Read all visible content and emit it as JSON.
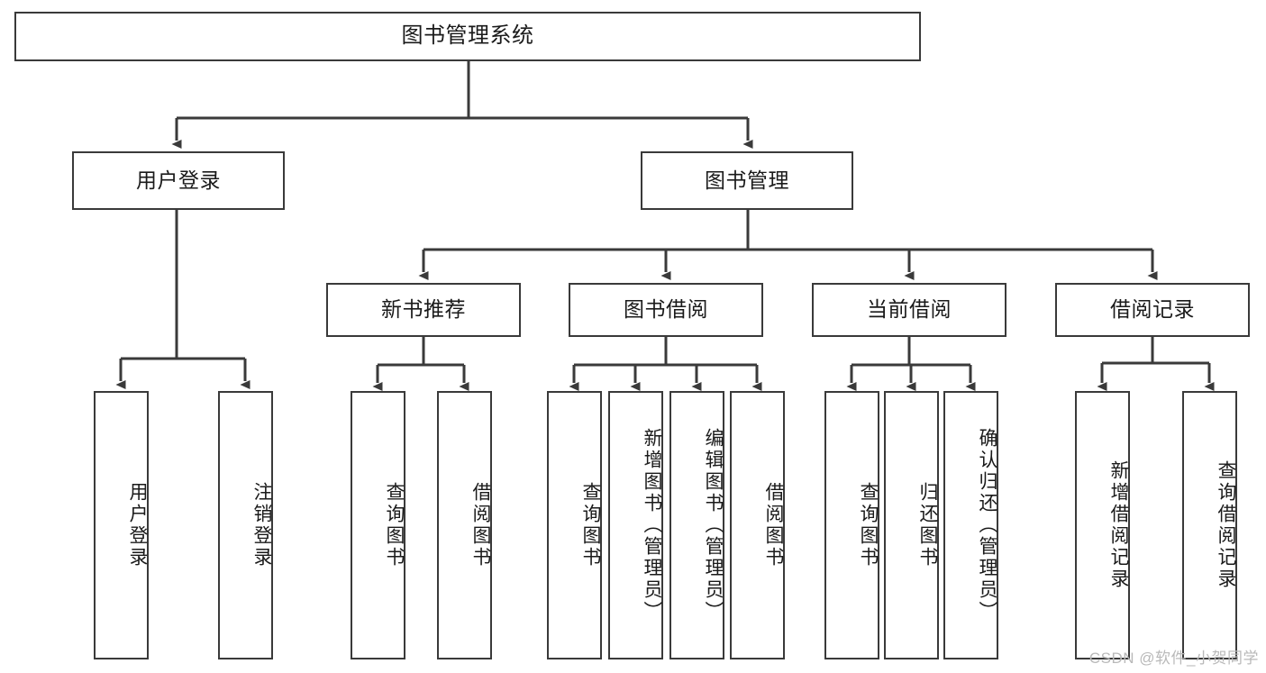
{
  "diagram": {
    "title": "图书管理系统",
    "type": "hierarchy-tree",
    "orientation": "top-down",
    "line_color": "#3a3a3a",
    "box_fill": "#ffffff",
    "text_color": "#1a1a1a",
    "levels": [
      {
        "level": 1,
        "nodes": [
          {
            "id": "root",
            "label": "图书管理系统",
            "text_orientation": "horizontal"
          }
        ]
      },
      {
        "level": 2,
        "nodes": [
          {
            "id": "l2-0",
            "label": "用户登录",
            "text_orientation": "horizontal",
            "parent": "root"
          },
          {
            "id": "l2-1",
            "label": "图书管理",
            "text_orientation": "horizontal",
            "parent": "root"
          }
        ]
      },
      {
        "level": 3,
        "nodes": [
          {
            "id": "l3-0",
            "label": "新书推荐",
            "text_orientation": "horizontal",
            "parent": "l2-1"
          },
          {
            "id": "l3-1",
            "label": "图书借阅",
            "text_orientation": "horizontal",
            "parent": "l2-1"
          },
          {
            "id": "l3-2",
            "label": "当前借阅",
            "text_orientation": "horizontal",
            "parent": "l2-1"
          },
          {
            "id": "l3-3",
            "label": "借阅记录",
            "text_orientation": "horizontal",
            "parent": "l2-1"
          }
        ]
      },
      {
        "level": 4,
        "nodes": [
          {
            "id": "leaf-0",
            "label": "用户登录",
            "text_orientation": "vertical",
            "parent": "l2-0"
          },
          {
            "id": "leaf-1",
            "label": "注销登录",
            "text_orientation": "vertical",
            "parent": "l2-0"
          },
          {
            "id": "leaf-2",
            "label": "查询图书",
            "text_orientation": "vertical",
            "parent": "l3-0"
          },
          {
            "id": "leaf-3",
            "label": "借阅图书",
            "text_orientation": "vertical",
            "parent": "l3-0"
          },
          {
            "id": "leaf-4",
            "label": "查询图书",
            "text_orientation": "vertical",
            "parent": "l3-1"
          },
          {
            "id": "leaf-5",
            "label": "新增图书（管理员）",
            "text_orientation": "vertical",
            "parent": "l3-1"
          },
          {
            "id": "leaf-6",
            "label": "编辑图书（管理员）",
            "text_orientation": "vertical",
            "parent": "l3-1"
          },
          {
            "id": "leaf-7",
            "label": "借阅图书",
            "text_orientation": "vertical",
            "parent": "l3-1"
          },
          {
            "id": "leaf-8",
            "label": "查询图书",
            "text_orientation": "vertical",
            "parent": "l3-2"
          },
          {
            "id": "leaf-9",
            "label": "归还图书",
            "text_orientation": "vertical",
            "parent": "l3-2"
          },
          {
            "id": "leaf-10",
            "label": "确认归还（管理员）",
            "text_orientation": "vertical",
            "parent": "l3-2"
          },
          {
            "id": "leaf-11",
            "label": "新增借阅记录",
            "text_orientation": "vertical",
            "parent": "l3-3"
          },
          {
            "id": "leaf-12",
            "label": "查询借阅记录",
            "text_orientation": "vertical",
            "parent": "l3-3"
          }
        ]
      }
    ]
  },
  "watermark": {
    "text": "CSDN @软件_小贺同学",
    "color": "#b9b9b9"
  }
}
